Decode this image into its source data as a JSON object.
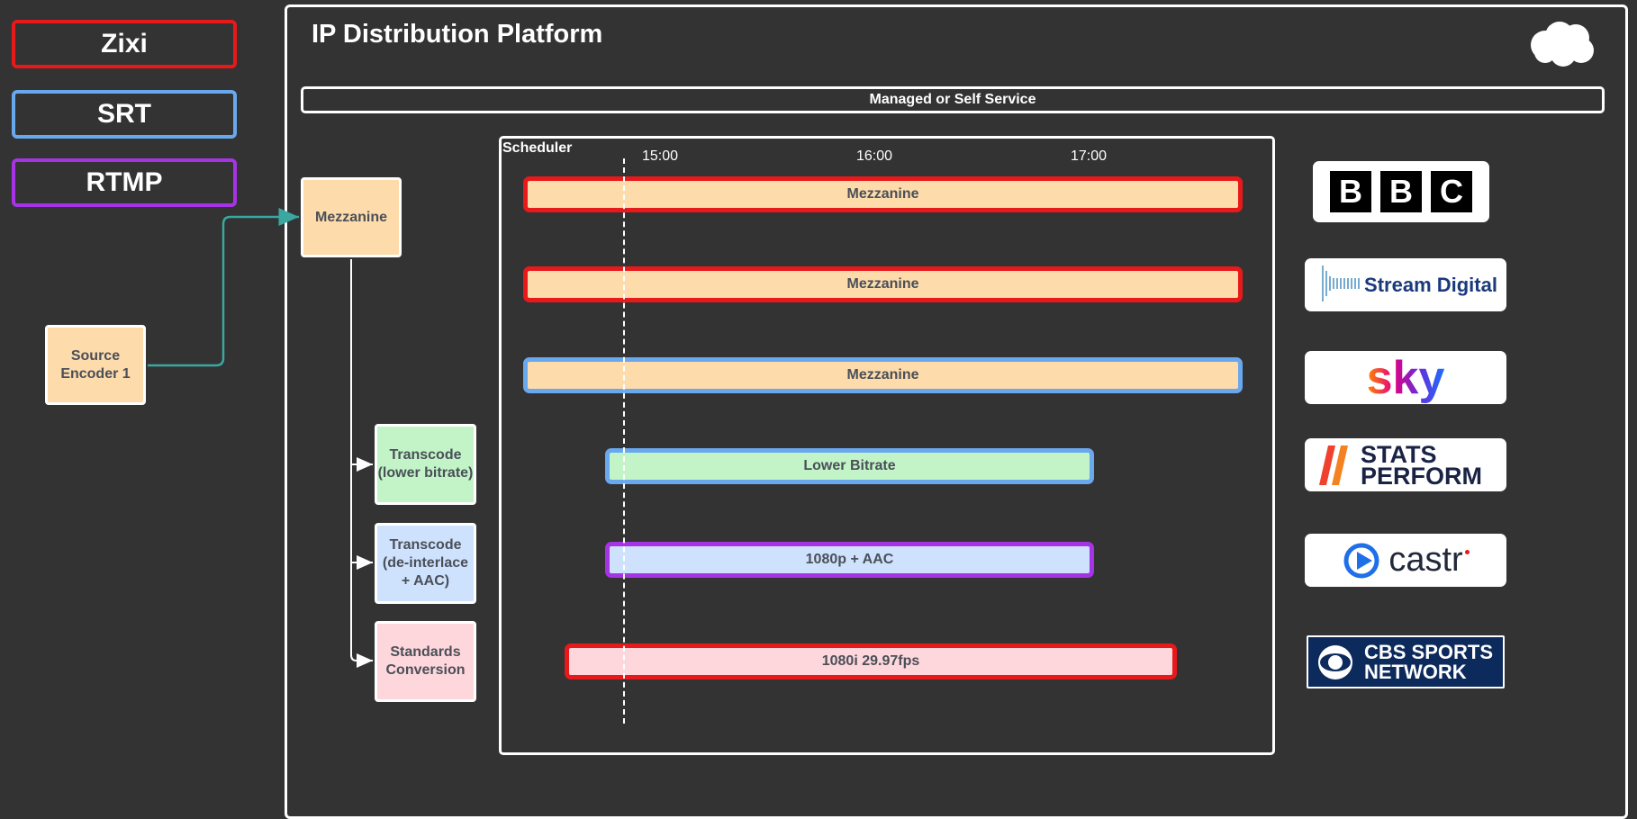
{
  "legend": [
    {
      "label": "Zixi",
      "color": "#e8191b"
    },
    {
      "label": "SRT",
      "color": "#6aa8ee"
    },
    {
      "label": "RTMP",
      "color": "#a634e6"
    }
  ],
  "platform": {
    "title": "IP Distribution Platform",
    "managed_label": "Managed or Self Service",
    "cloud_icon": "cloud-icon"
  },
  "nodes": {
    "source_encoder": "Source\nEncoder 1",
    "mezzanine": "Mezzanine",
    "transcode_lower": "Transcode\n(lower bitrate)",
    "transcode_deinterlace": "Transcode\n(de-interlace\n+ AAC)",
    "standards_conversion": "Standards\nConversion"
  },
  "scheduler": {
    "label": "Scheduler",
    "ticks": [
      "15:00",
      "16:00",
      "17:00"
    ],
    "bars": [
      {
        "label": "Mezzanine",
        "fill": "#fddbab",
        "border": "#e8191b"
      },
      {
        "label": "Mezzanine",
        "fill": "#fddbab",
        "border": "#e8191b"
      },
      {
        "label": "Mezzanine",
        "fill": "#fddbab",
        "border": "#6aa8ee"
      },
      {
        "label": "Lower Bitrate",
        "fill": "#c2f4c8",
        "border": "#6aa8ee"
      },
      {
        "label": "1080p + AAC",
        "fill": "#cfe2fd",
        "border": "#a634e6"
      },
      {
        "label": "1080i 29.97fps",
        "fill": "#fdd7db",
        "border": "#e8191b"
      }
    ]
  },
  "logos": {
    "bbc": [
      "B",
      "B",
      "C"
    ],
    "stream_digital": "Stream Digital",
    "sky": "sky",
    "stats_perform": [
      "STATS",
      "PERFORM"
    ],
    "castr": "castr",
    "cbs": [
      "CBS SPORTS",
      "NETWORK"
    ]
  },
  "colors": {
    "background": "#333333",
    "connector": "#3aa8a0",
    "mezzanine_fill": "#fddbab",
    "transcode_lower_fill": "#c2f4c8",
    "transcode_deinterlace_fill": "#cfe2fd",
    "standards_fill": "#fdd7db"
  }
}
